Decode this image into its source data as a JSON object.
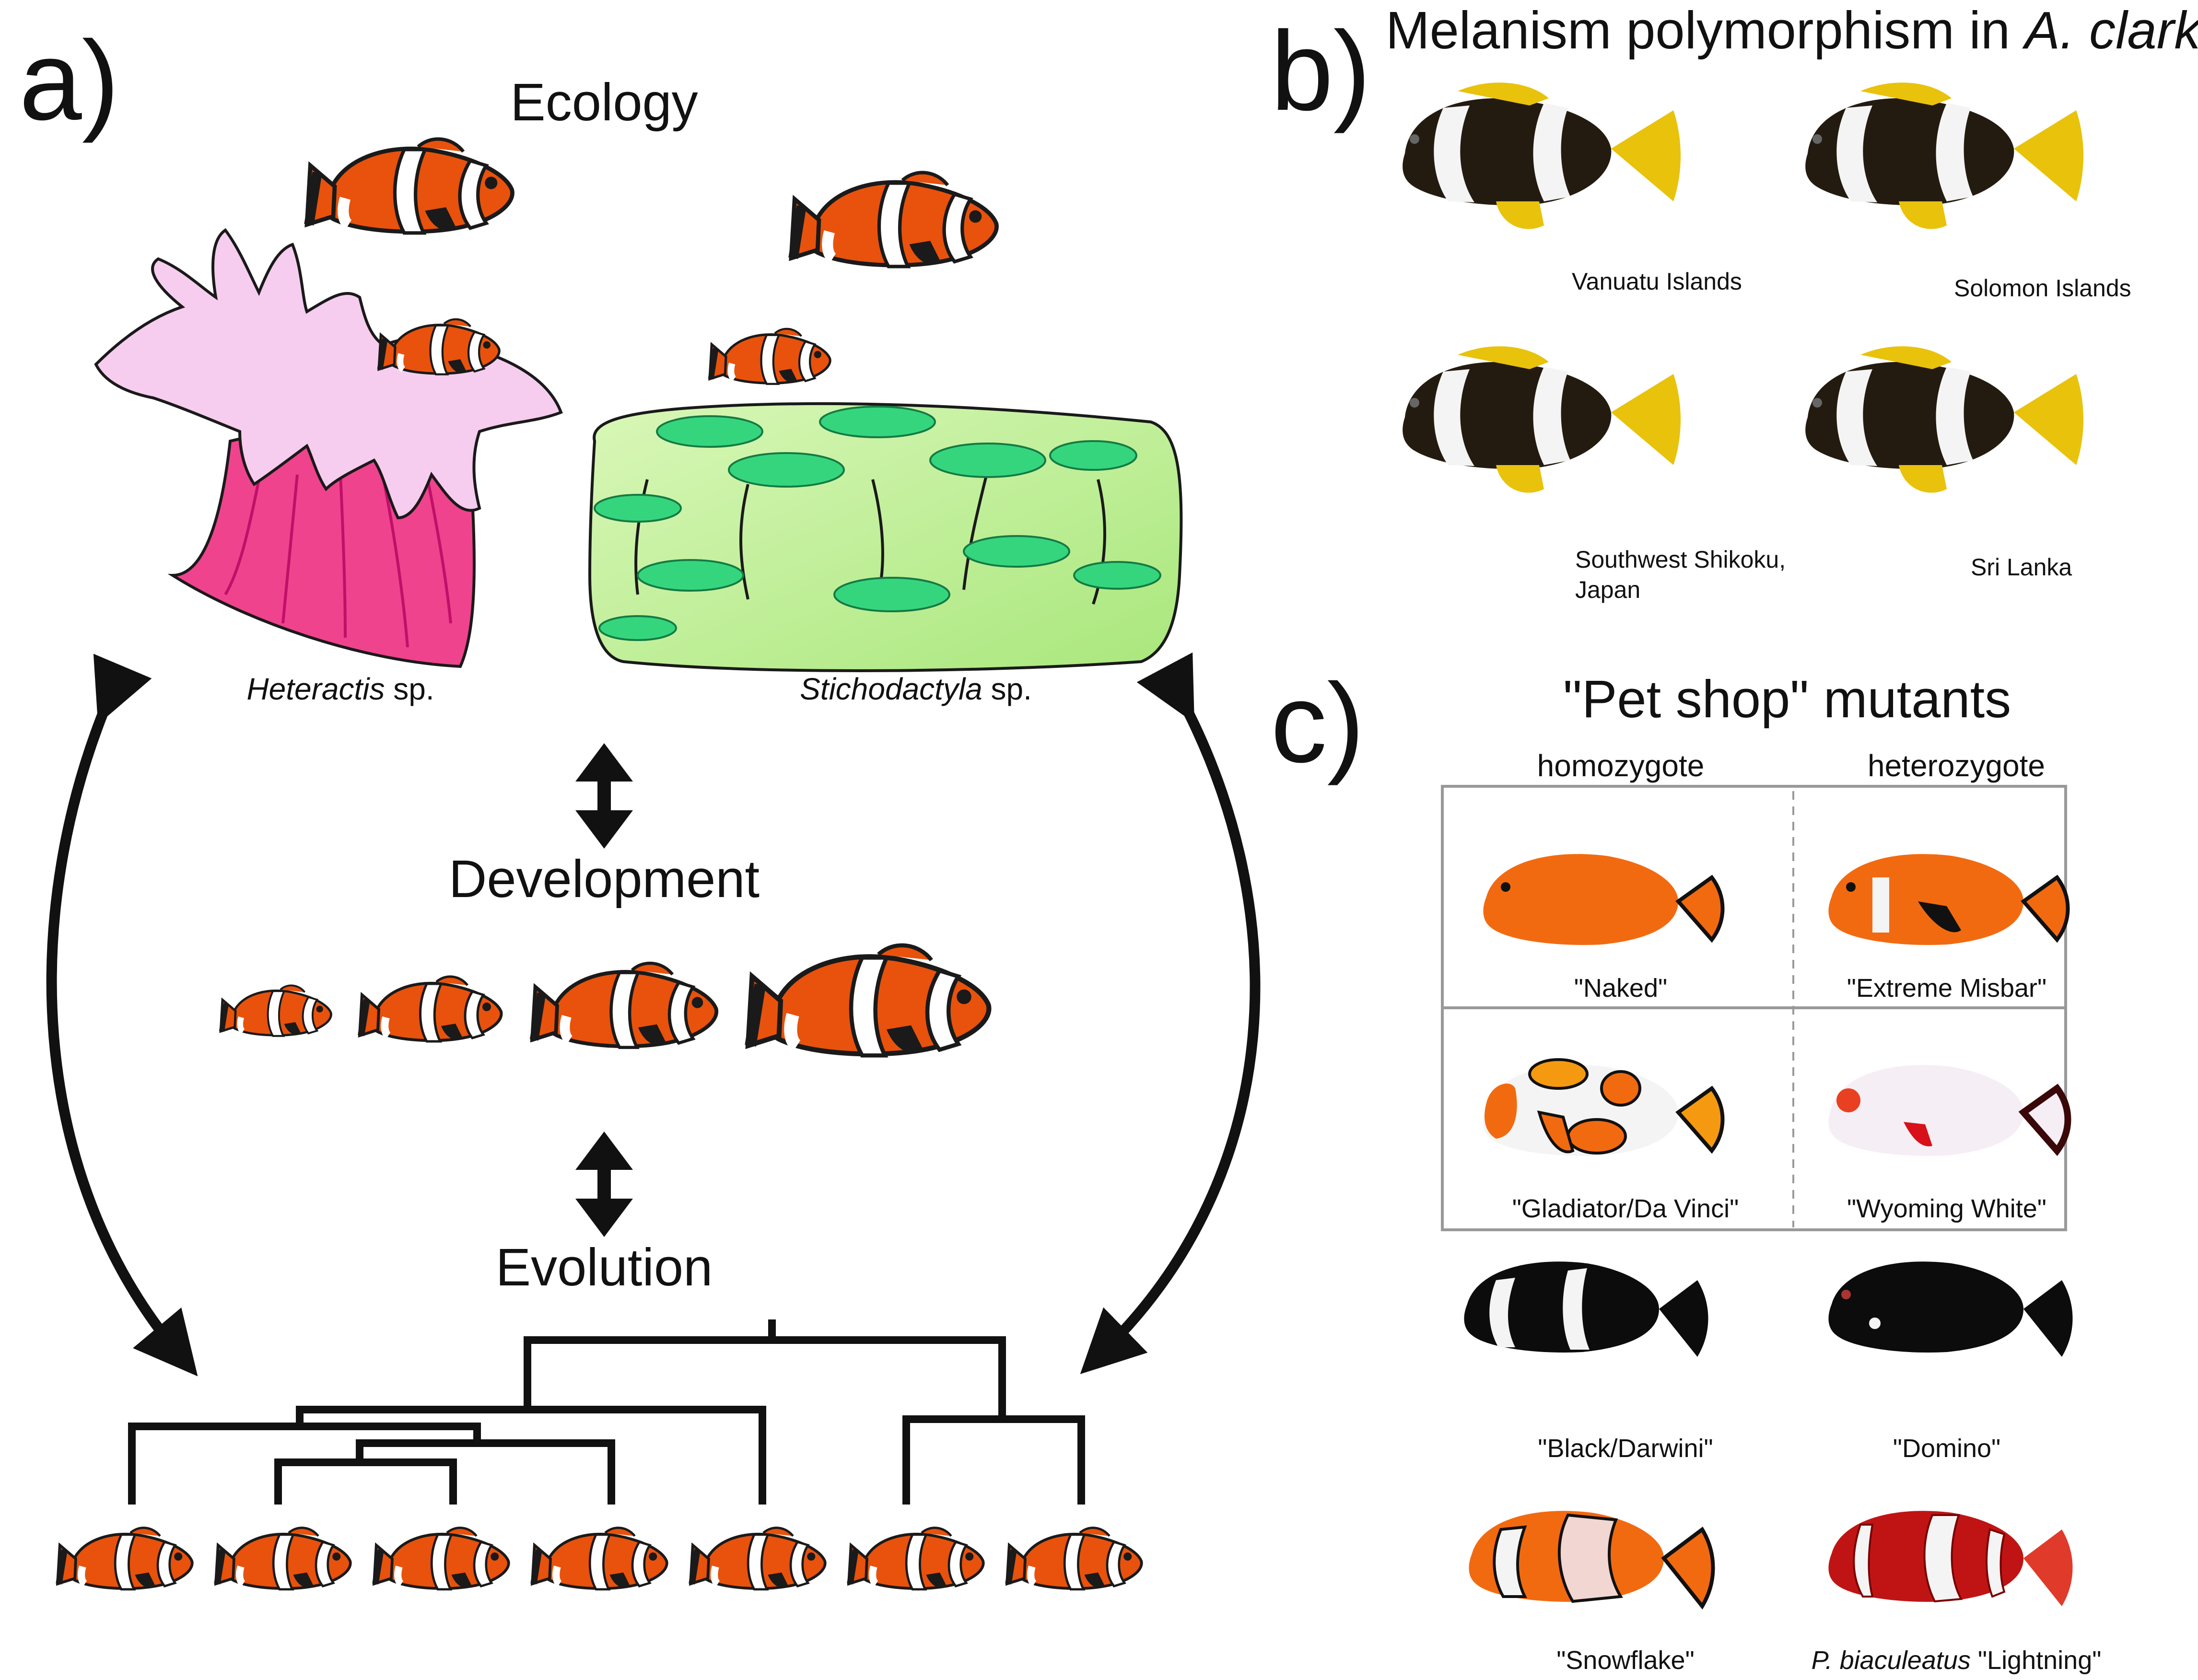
{
  "panel_a": {
    "letter": "a)",
    "stages": {
      "ecology": "Ecology",
      "development": "Development",
      "evolution": "Evolution"
    },
    "anemones": [
      {
        "genus": "Heteractis",
        "suffix": " sp."
      },
      {
        "genus": "Stichodactyla",
        "suffix": " sp."
      }
    ]
  },
  "panel_b": {
    "letter": "b)",
    "title_prefix": "Melanism polymorphism in ",
    "title_species": "A. clarkii",
    "locations": [
      "Vanuatu Islands",
      "Solomon Islands",
      "Southwest Shikoku, Japan",
      "Sri Lanka"
    ]
  },
  "panel_c": {
    "letter": "c)",
    "title": "\"Pet shop\" mutants",
    "column_headers": [
      "homozygote",
      "heterozygote"
    ],
    "mutants": [
      "\"Naked\"",
      "\"Extreme Misbar\"",
      "\"Gladiator/Da Vinci\"",
      "\"Wyoming White\"",
      "\"Black/Darwini\"",
      "\"Domino\"",
      "\"Snowflake\""
    ],
    "last_mutant": {
      "species": "P. biaculeatus",
      "name": " \"Lightning\""
    }
  },
  "colors": {
    "clownfish_orange": "#e8520c",
    "anemone_pink": "#f0438d",
    "tentacle_pink": "#f6cdee",
    "carpet_green": "#b8ee8e",
    "tentacle_green": "#35d57e",
    "clarkii_yellow": "#e9c20c",
    "clarkii_dark": "#241b10",
    "stripe": "#f4f4f4"
  }
}
